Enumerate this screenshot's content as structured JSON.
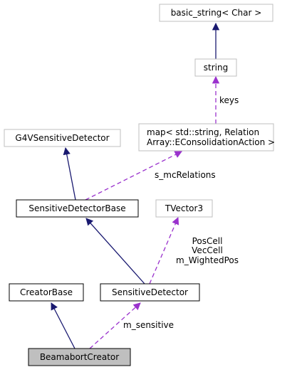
{
  "diagram": {
    "nodes": {
      "basic_string": "basic_string< Char >",
      "string": "string",
      "map_line1": "map< std::string, Relation",
      "map_line2": "Array::EConsolidationAction >",
      "g4sd": "G4VSensitiveDetector",
      "sdbase": "SensitiveDetectorBase",
      "tvector3": "TVector3",
      "creatorbase": "CreatorBase",
      "sd": "SensitiveDetector",
      "beamabort": "BeamabortCreator"
    },
    "edge_labels": {
      "keys": "keys",
      "s_mcrelations": "s_mcRelations",
      "poscell": "PosCell",
      "veccell": "VecCell",
      "wightedpos": "m_WightedPos",
      "m_sensitive": "m_sensitive"
    },
    "colors": {
      "inheritance": "#191970",
      "usage": "#9a32cd",
      "grey_border": "#bfbfbf",
      "highlight_fill": "#bfbfbf",
      "black_border": "#000000"
    }
  }
}
